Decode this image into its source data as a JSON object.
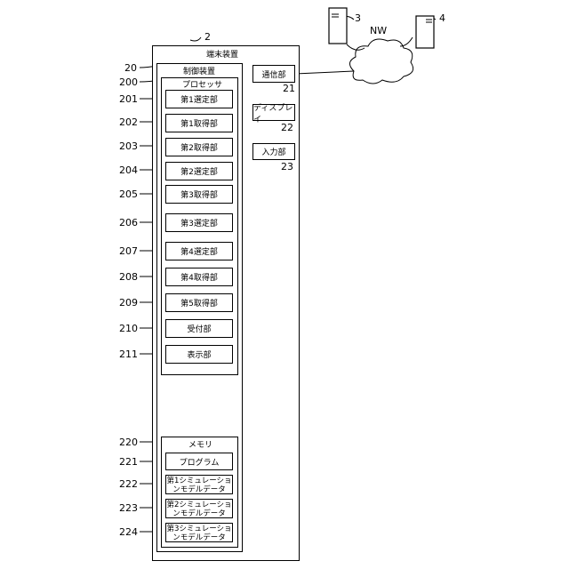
{
  "terminal": {
    "label": "端末装置",
    "ref": "2"
  },
  "controller": {
    "label": "制御装置",
    "ref": "20"
  },
  "processor": {
    "label": "プロセッサ",
    "ref": "200",
    "units": [
      {
        "ref": "201",
        "label": "第1選定部"
      },
      {
        "ref": "202",
        "label": "第1取得部"
      },
      {
        "ref": "203",
        "label": "第2取得部"
      },
      {
        "ref": "204",
        "label": "第2選定部"
      },
      {
        "ref": "205",
        "label": "第3取得部"
      },
      {
        "ref": "206",
        "label": "第3選定部"
      },
      {
        "ref": "207",
        "label": "第4選定部"
      },
      {
        "ref": "208",
        "label": "第4取得部"
      },
      {
        "ref": "209",
        "label": "第5取得部"
      },
      {
        "ref": "210",
        "label": "受付部"
      },
      {
        "ref": "211",
        "label": "表示部"
      }
    ]
  },
  "memory": {
    "label": "メモリ",
    "ref": "220",
    "program": {
      "ref": "221",
      "label": "プログラム"
    },
    "models": [
      {
        "ref": "222",
        "line1": "第1シミュレーショ",
        "line2": "ンモデルデータ"
      },
      {
        "ref": "223",
        "line1": "第2シミュレーショ",
        "line2": "ンモデルデータ"
      },
      {
        "ref": "224",
        "line1": "第3シミュレーショ",
        "line2": "ンモデルデータ"
      }
    ]
  },
  "peripherals": {
    "comm": {
      "label": "通信部",
      "ref": "21"
    },
    "display": {
      "label": "ディスプレイ",
      "ref": "22"
    },
    "input": {
      "label": "入力部",
      "ref": "23"
    }
  },
  "network": {
    "label": "NW",
    "server_a_ref": "3",
    "server_b_ref": "4"
  }
}
